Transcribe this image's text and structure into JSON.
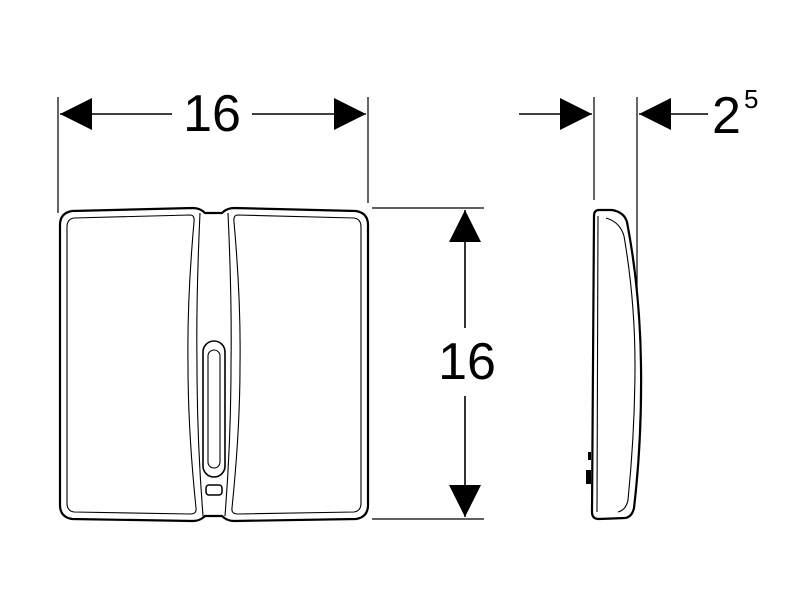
{
  "dimensions": {
    "width": "16",
    "height": "16",
    "depth_main": "2",
    "depth_sup": "5"
  }
}
